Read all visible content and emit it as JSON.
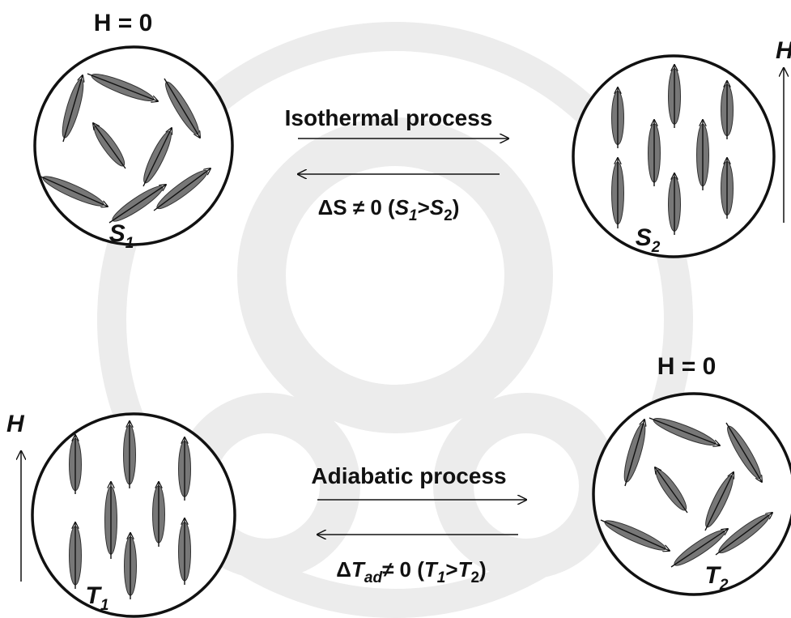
{
  "top": {
    "left_field_label": "H = 0",
    "left_state": {
      "var": "S",
      "sub": "1"
    },
    "right_field_label": "H",
    "right_state": {
      "var": "S",
      "sub": "2"
    },
    "process_label": "Isothermal process",
    "relation": {
      "p1": "ΔS ≠ 0 (",
      "v1": "S",
      "s1": "1",
      "gt": ">",
      "v2": "S",
      "s2": "2",
      "close": ")"
    }
  },
  "bottom": {
    "left_field_label": "H",
    "left_state": {
      "var": "T",
      "sub": "1"
    },
    "right_field_label": "H = 0",
    "right_state": {
      "var": "T",
      "sub": "2"
    },
    "process_label": "Adiabatic process",
    "relation": {
      "delta": "Δ",
      "t": "T",
      "tsub": "ad",
      "ne": "≠ 0 (",
      "v1": "T",
      "s1": "1",
      "gt": ">",
      "v2": "T",
      "s2": "2",
      "close": ")"
    }
  },
  "colors": {
    "spin_fill": "#777777",
    "line": "#111111",
    "watermark": "#ececec"
  }
}
